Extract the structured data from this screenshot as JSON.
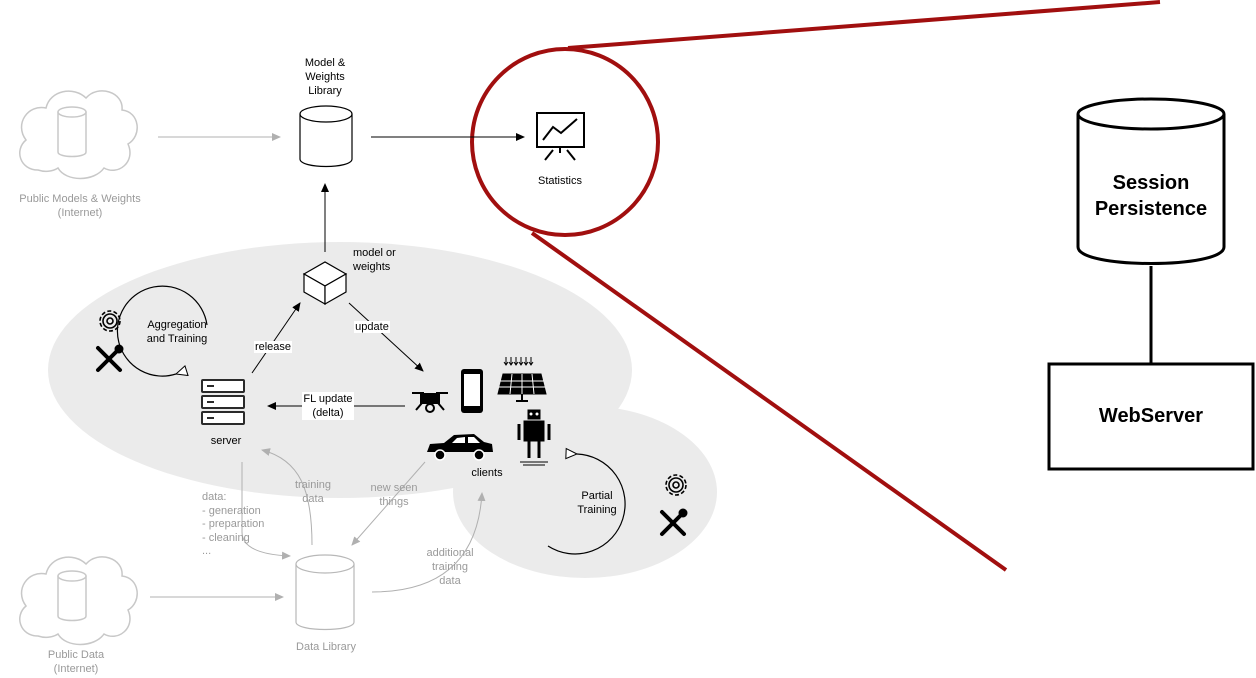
{
  "nodes": {
    "model_library": "Model & Weights Library",
    "public_models": "Public Models & Weights",
    "public_models_sub": "(Internet)",
    "statistics": "Statistics",
    "model_or_weights": "model or weights",
    "aggregation": "Aggregation and Training",
    "server": "server",
    "clients": "clients",
    "partial_training": "Partial Training",
    "data_library": "Data Library",
    "public_data": "Public Data",
    "public_data_sub": "(Internet)",
    "session_persistence": "Session Persistence",
    "webserver": "WebServer"
  },
  "edges": {
    "update": "update",
    "release": "release",
    "fl_update": "FL update (delta)",
    "training_data": "training data",
    "new_seen_things": "new seen things",
    "additional_training_data": "additional training data"
  },
  "data_notes": {
    "title": "data:",
    "items": [
      "- generation",
      "- preparation",
      "- cleaning",
      "..."
    ]
  },
  "colors": {
    "zoom_red": "#a10f0f",
    "ellipse_fill": "#ebebeb",
    "faded_grey": "#a8a8a8"
  }
}
